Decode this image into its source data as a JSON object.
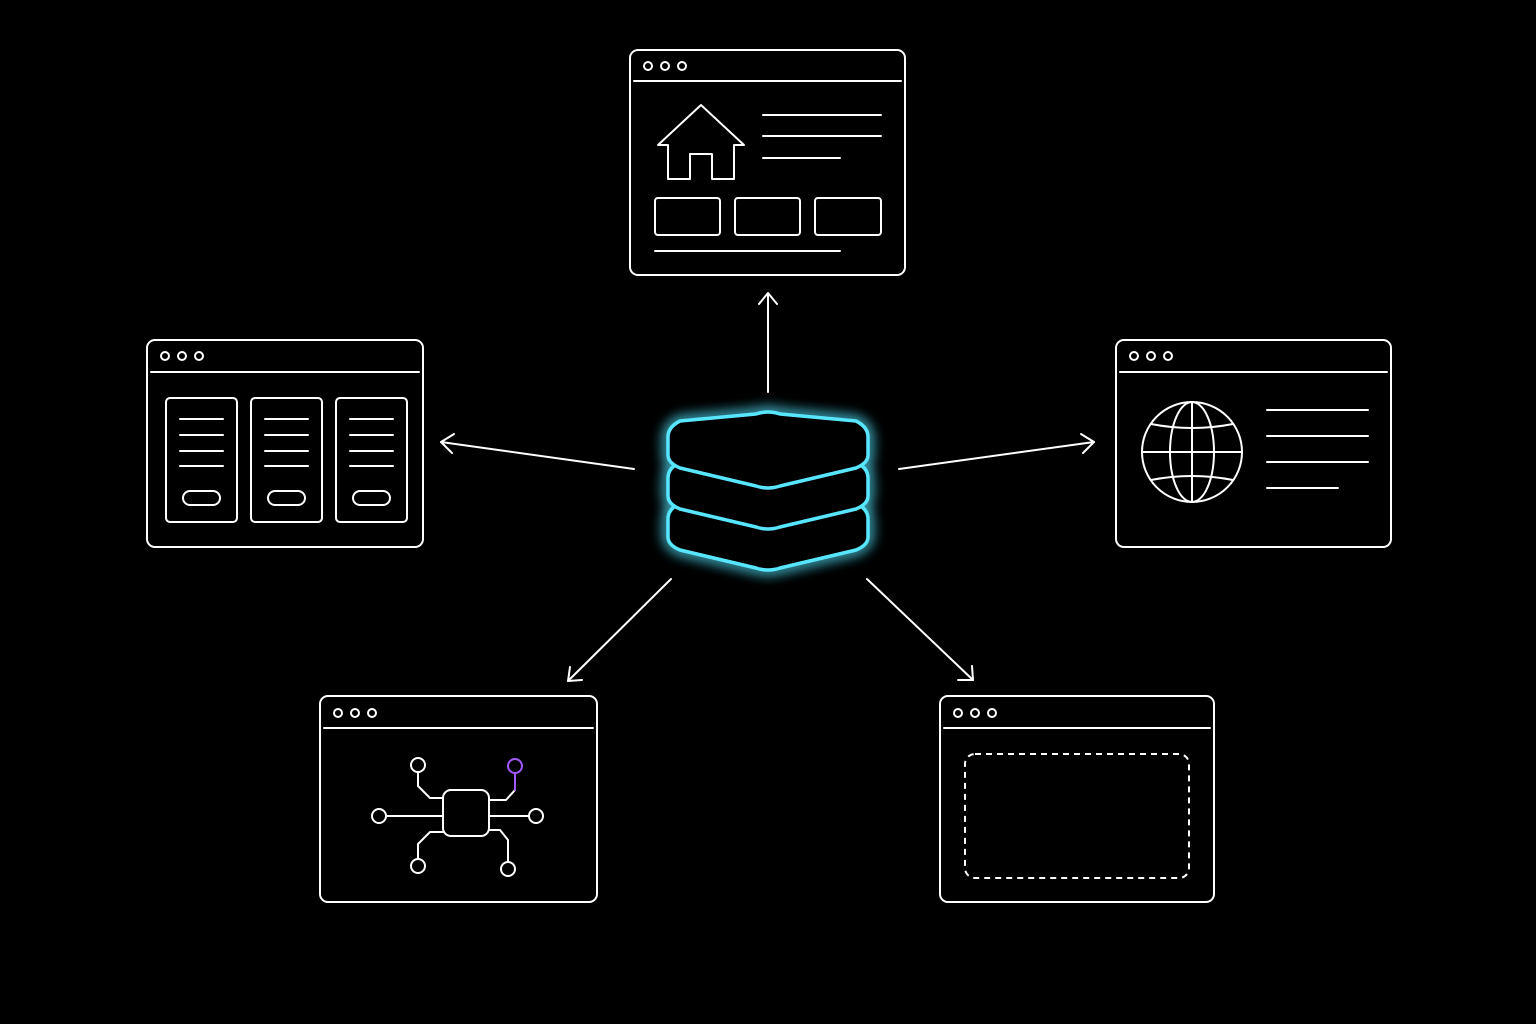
{
  "colors": {
    "background": "#000000",
    "line": "#ffffff",
    "accent_cyan": "#58e6ff",
    "accent_purple": "#a259ff"
  },
  "hub": {
    "icon": "layered-stack-icon",
    "layers": 3,
    "glow": true
  },
  "windows": [
    {
      "id": "home",
      "position": "top",
      "icon": "house-icon",
      "window_dots": 3
    },
    {
      "id": "columns",
      "position": "left",
      "icon": "column-cards-icon",
      "window_dots": 3
    },
    {
      "id": "web",
      "position": "right",
      "icon": "globe-icon",
      "window_dots": 3
    },
    {
      "id": "network",
      "position": "bottom-left",
      "icon": "node-network-icon",
      "window_dots": 3
    },
    {
      "id": "empty",
      "position": "bottom-right",
      "icon": "dashed-placeholder-icon",
      "window_dots": 3
    }
  ],
  "connectors": [
    {
      "from": "hub",
      "to": "home"
    },
    {
      "from": "hub",
      "to": "columns"
    },
    {
      "from": "hub",
      "to": "web"
    },
    {
      "from": "hub",
      "to": "network"
    },
    {
      "from": "hub",
      "to": "empty"
    }
  ]
}
